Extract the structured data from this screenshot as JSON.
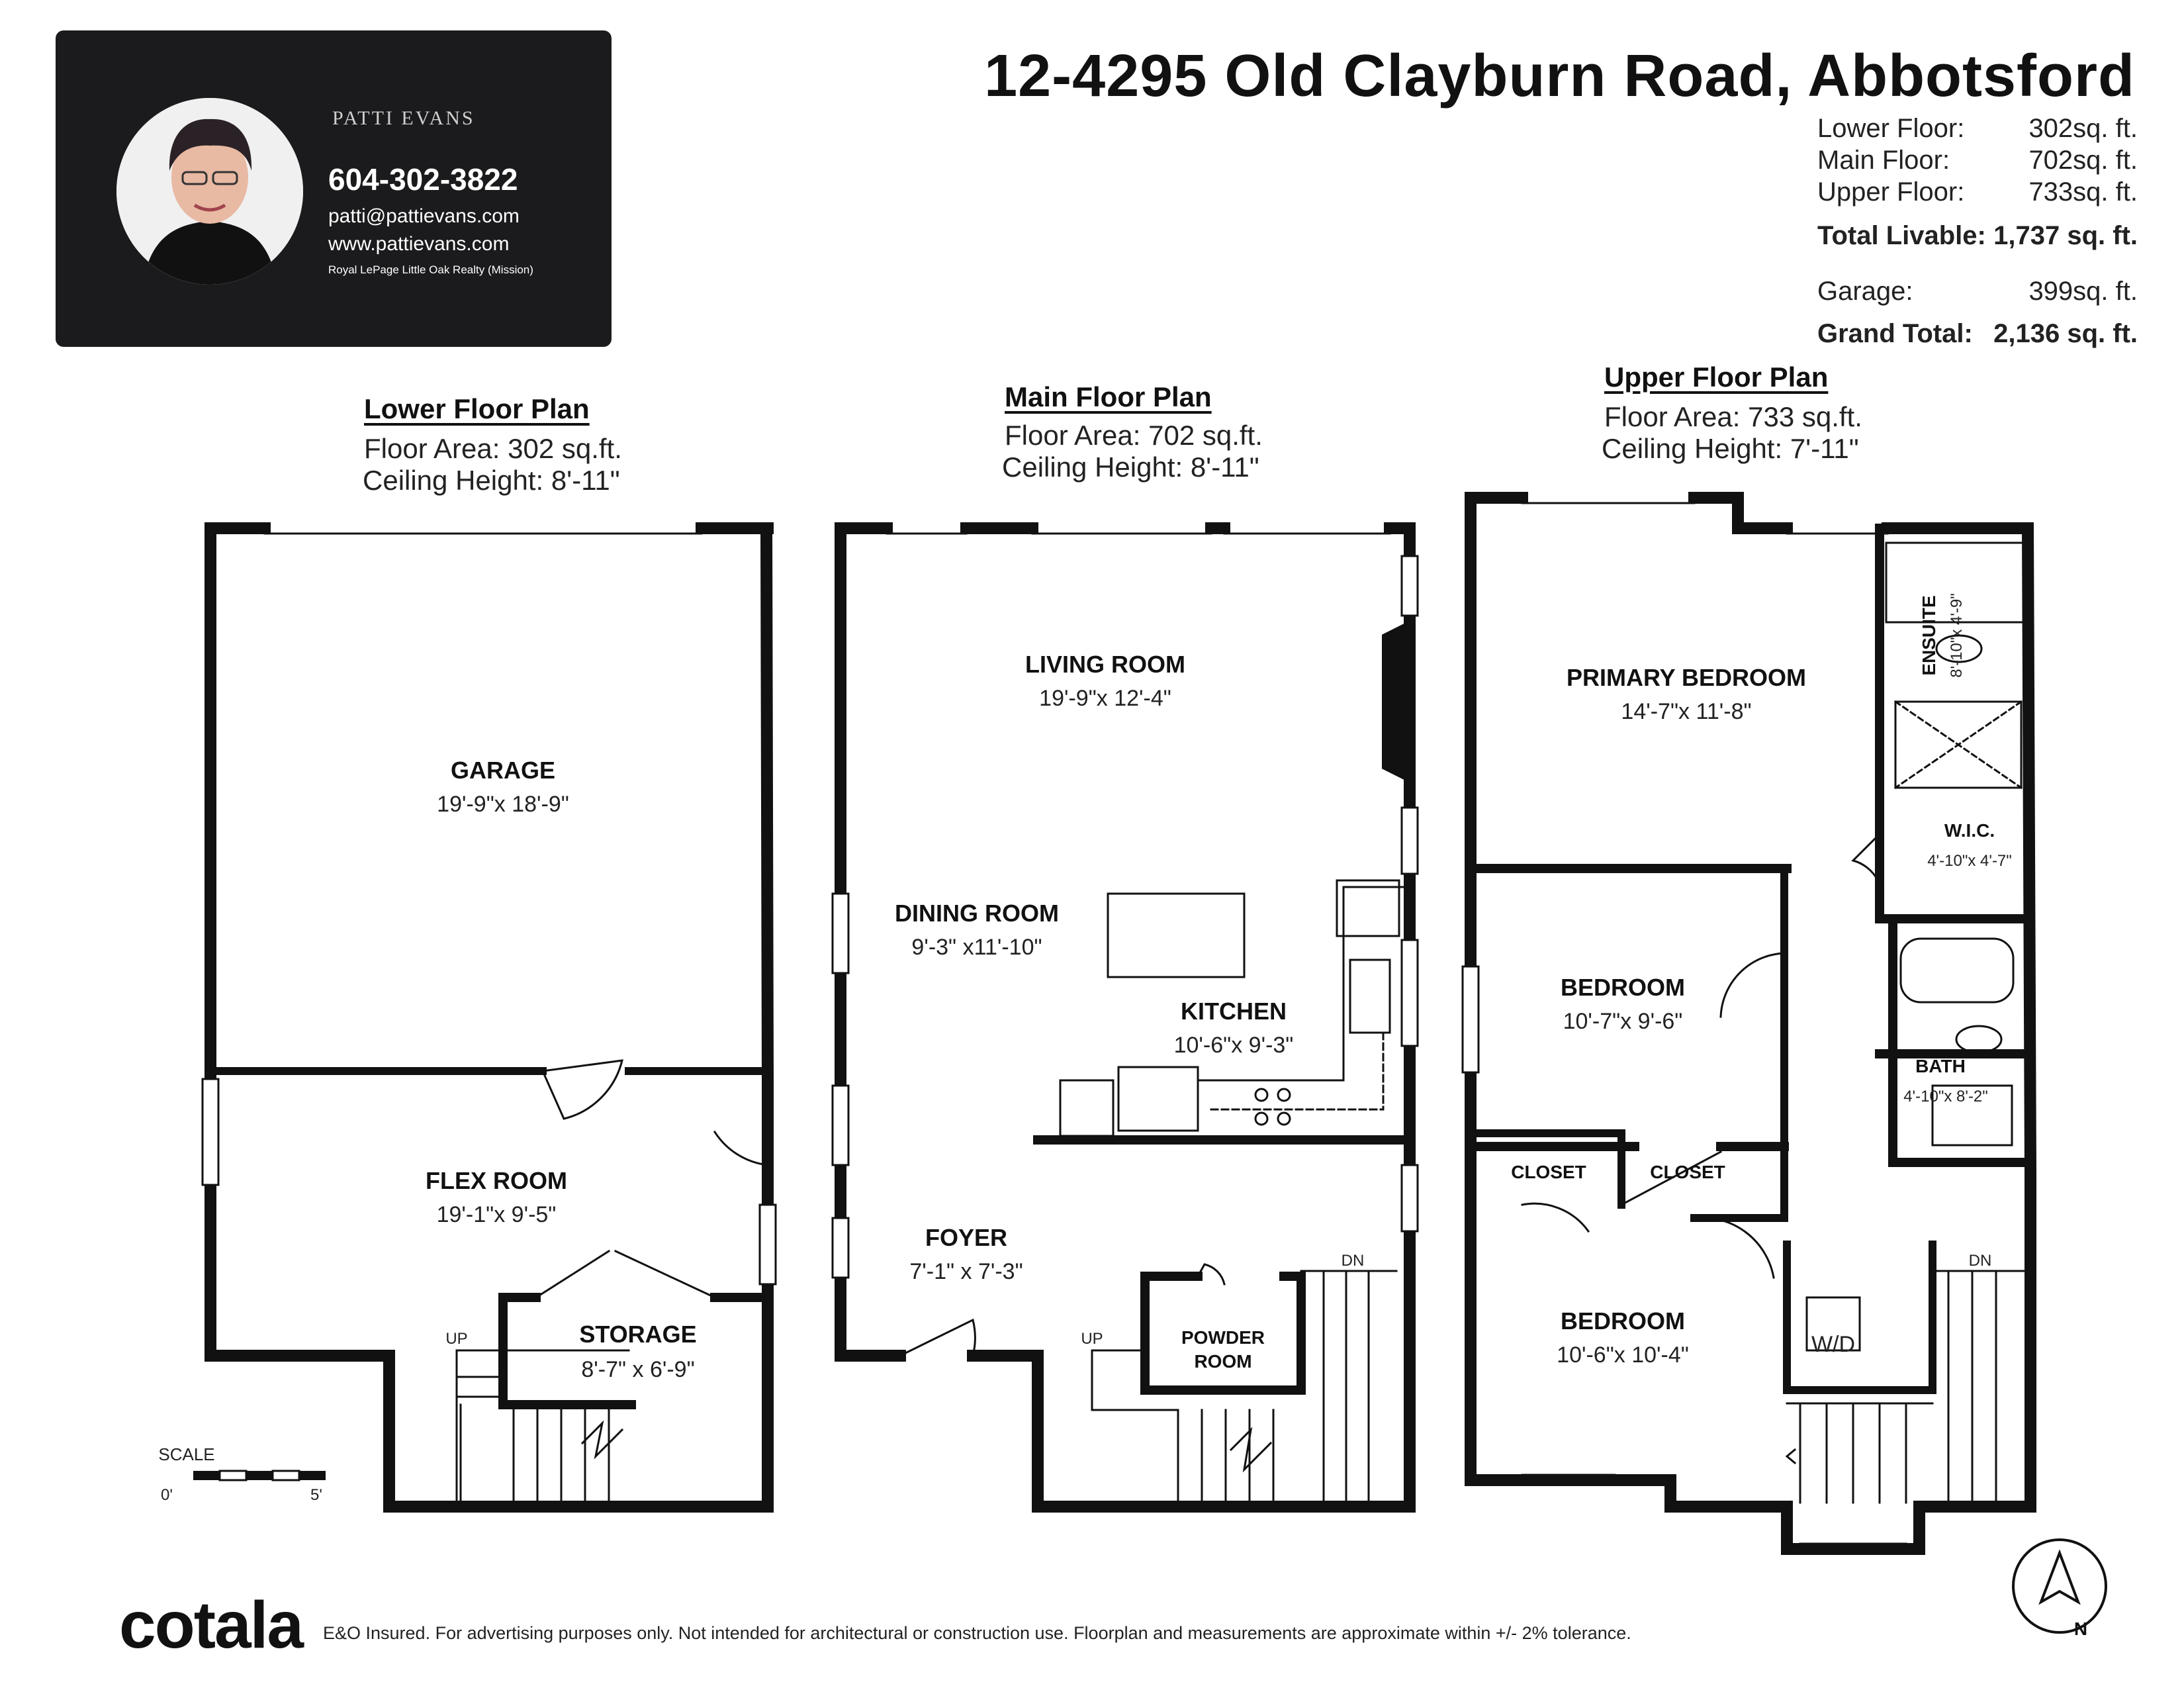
{
  "agent": {
    "logo_text": "PATTI EVANS",
    "phone": "604-302-3822",
    "email": "patti@pattievans.com",
    "website": "www.pattievans.com",
    "brokerage": "Royal LePage Little Oak Realty (Mission)"
  },
  "listing": {
    "address": "12-4295 Old Clayburn Road, Abbotsford",
    "areas": [
      {
        "label": "Lower Floor:",
        "value": "302sq. ft."
      },
      {
        "label": "Main Floor:",
        "value": "702sq. ft."
      },
      {
        "label": "Upper Floor:",
        "value": "733sq. ft."
      }
    ],
    "total_livable": {
      "label": "Total Livable:",
      "value": "1,737 sq. ft."
    },
    "garage": {
      "label": "Garage:",
      "value": "399sq. ft."
    },
    "grand_total": {
      "label": "Grand Total:",
      "value": "2,136 sq. ft."
    }
  },
  "plans": {
    "lower": {
      "title": "Lower Floor Plan",
      "area": "Floor Area: 302 sq.ft.",
      "ceiling": "Ceiling Height: 8'-11\"",
      "rooms": [
        {
          "name": "GARAGE",
          "dims": "19'-9\"x 18'-9\""
        },
        {
          "name": "FLEX ROOM",
          "dims": "19'-1\"x 9'-5\""
        },
        {
          "name": "STORAGE",
          "dims": "8'-7\" x 6'-9\""
        }
      ],
      "stairs_label": "UP"
    },
    "main": {
      "title": "Main Floor Plan",
      "area": "Floor Area: 702 sq.ft.",
      "ceiling": "Ceiling Height: 8'-11\"",
      "rooms": [
        {
          "name": "LIVING ROOM",
          "dims": "19'-9\"x 12'-4\""
        },
        {
          "name": "DINING ROOM",
          "dims": "9'-3\" x11'-10\""
        },
        {
          "name": "KITCHEN",
          "dims": "10'-6\"x 9'-3\""
        },
        {
          "name": "FOYER",
          "dims": "7'-1\" x 7'-3\""
        },
        {
          "name": "POWDER",
          "dims": "ROOM"
        }
      ],
      "fireplace_label": "FP",
      "stairs_up": "UP",
      "stairs_down": "DN"
    },
    "upper": {
      "title": "Upper Floor Plan",
      "area": "Floor Area: 733 sq.ft.",
      "ceiling": "Ceiling Height: 7'-11\"",
      "rooms": [
        {
          "name": "PRIMARY BEDROOM",
          "dims": "14'-7\"x 11'-8\""
        },
        {
          "name": "ENSUITE",
          "dims": "8'-10\"x 4'-9\""
        },
        {
          "name": "W.I.C.",
          "dims": "4'-10\"x 4'-7\""
        },
        {
          "name": "BEDROOM",
          "dims": "10'-7\"x 9'-6\""
        },
        {
          "name": "BATH",
          "dims": "4'-10\"x 8'-2\""
        },
        {
          "name": "CLOSET",
          "dims": ""
        },
        {
          "name": "CLOSET",
          "dims": ""
        },
        {
          "name": "BEDROOM",
          "dims": "10'-6\"x 10'-4\""
        }
      ],
      "laundry_label": "W/D",
      "stairs_down": "DN"
    }
  },
  "scale": {
    "label": "SCALE",
    "min": "0'",
    "max": "5'"
  },
  "compass": {
    "label": "N"
  },
  "footer": {
    "brand": "cotala",
    "disclaimer": "E&O Insured. For advertising purposes only. Not intended for architectural or construction use. Floorplan and measurements are approximate within +/- 2% tolerance."
  }
}
